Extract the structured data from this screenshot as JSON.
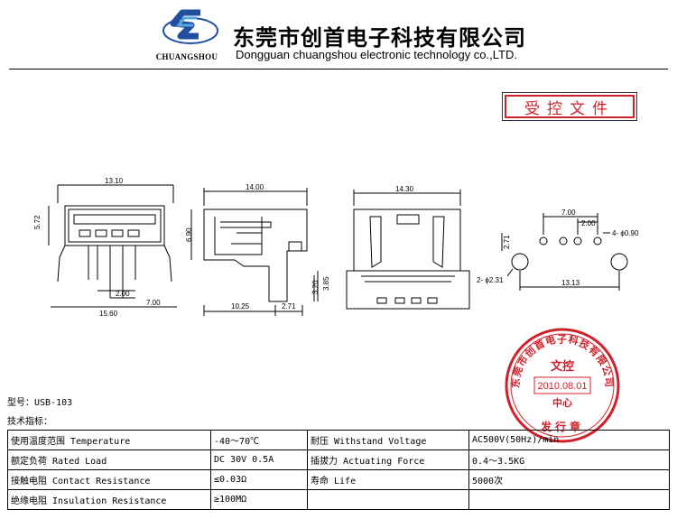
{
  "header": {
    "logo_text": "CHUANGSHOU",
    "company_cn": "东莞市创首电子科技有限公司",
    "company_en": "Dongguan chuangshou electronic technology co.,LTD."
  },
  "controlled_label": "受控文件",
  "dimensions": {
    "width_top": "13.10",
    "height_left": "5.72",
    "pin_pitch": "2.00",
    "pin_span": "7.00",
    "width_bottom": "15.60",
    "side_length": "14.00",
    "side_height": "6.90",
    "side_a": "10.25",
    "side_b": "2.71",
    "side_c": "3.20",
    "side_d": "3.85",
    "front_width": "14.30",
    "pcb_span": "7.00",
    "pcb_pitch": "2.00",
    "pcb_hole": "4- ϕ0.90",
    "pcb_offset": "2.71",
    "pcb_boss": "2- ϕ2.31",
    "pcb_boss_span": "13.13"
  },
  "seal": {
    "ring_text": "东莞市创首电子科技有限公司",
    "center_title": "文控",
    "date": "2010.08.01",
    "center_bottom": "中心",
    "bottom": "发行章",
    "color": "#d0202a"
  },
  "model_label": "型号：USB-103",
  "spec_title": "技术指标：",
  "specs": [
    [
      "使用温度范围 Temperature",
      "-40～70℃",
      "耐压 Withstand Voltage",
      "AC500V(50Hz)/min"
    ],
    [
      "额定负荷 Rated Load",
      "DC 30V 0.5A",
      "插拔力 Actuating Force",
      "0.4～3.5KG"
    ],
    [
      "接触电阻 Contact Resistance",
      "≤0.03Ω",
      "寿命 Life",
      "5000次"
    ],
    [
      "绝缘电阻 Insulation Resistance",
      "≥100MΩ",
      "",
      ""
    ]
  ]
}
